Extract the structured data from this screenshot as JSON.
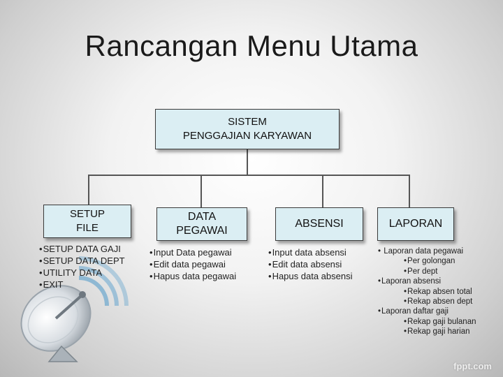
{
  "title": "Rancangan Menu Utama",
  "root": {
    "line1": "SISTEM",
    "line2": "PENGGAJIAN KARYAWAN"
  },
  "branches": [
    {
      "line1": "SETUP",
      "line2": "FILE",
      "items": [
        "SETUP DATA GAJI",
        "SETUP DATA DEPT",
        "UTILITY DATA",
        "EXIT"
      ]
    },
    {
      "line1": "DATA",
      "line2": "PEGAWAI",
      "items": [
        "Input Data pegawai",
        "Edit data pegawai",
        "Hapus data pegawai"
      ]
    },
    {
      "label": "ABSENSI",
      "items": [
        "Input data absensi",
        "Edit data absensi",
        "Hapus data absensi"
      ]
    },
    {
      "label": "LAPORAN",
      "items": [
        " Laporan data pegawai",
        "Per golongan",
        "Per dept",
        "Laporan absensi",
        "Rekap absen total",
        "Rekap absen dept",
        "Laporan daftar gaji",
        "Rekap gaji bulanan",
        "Rekap gaji harian"
      ]
    }
  ],
  "watermark": "fppt.com",
  "colors": {
    "box_fill": "#dbeef3",
    "box_border": "#3a3a3a",
    "connector": "#555555"
  },
  "decoration_icon": "satellite-dish-icon"
}
